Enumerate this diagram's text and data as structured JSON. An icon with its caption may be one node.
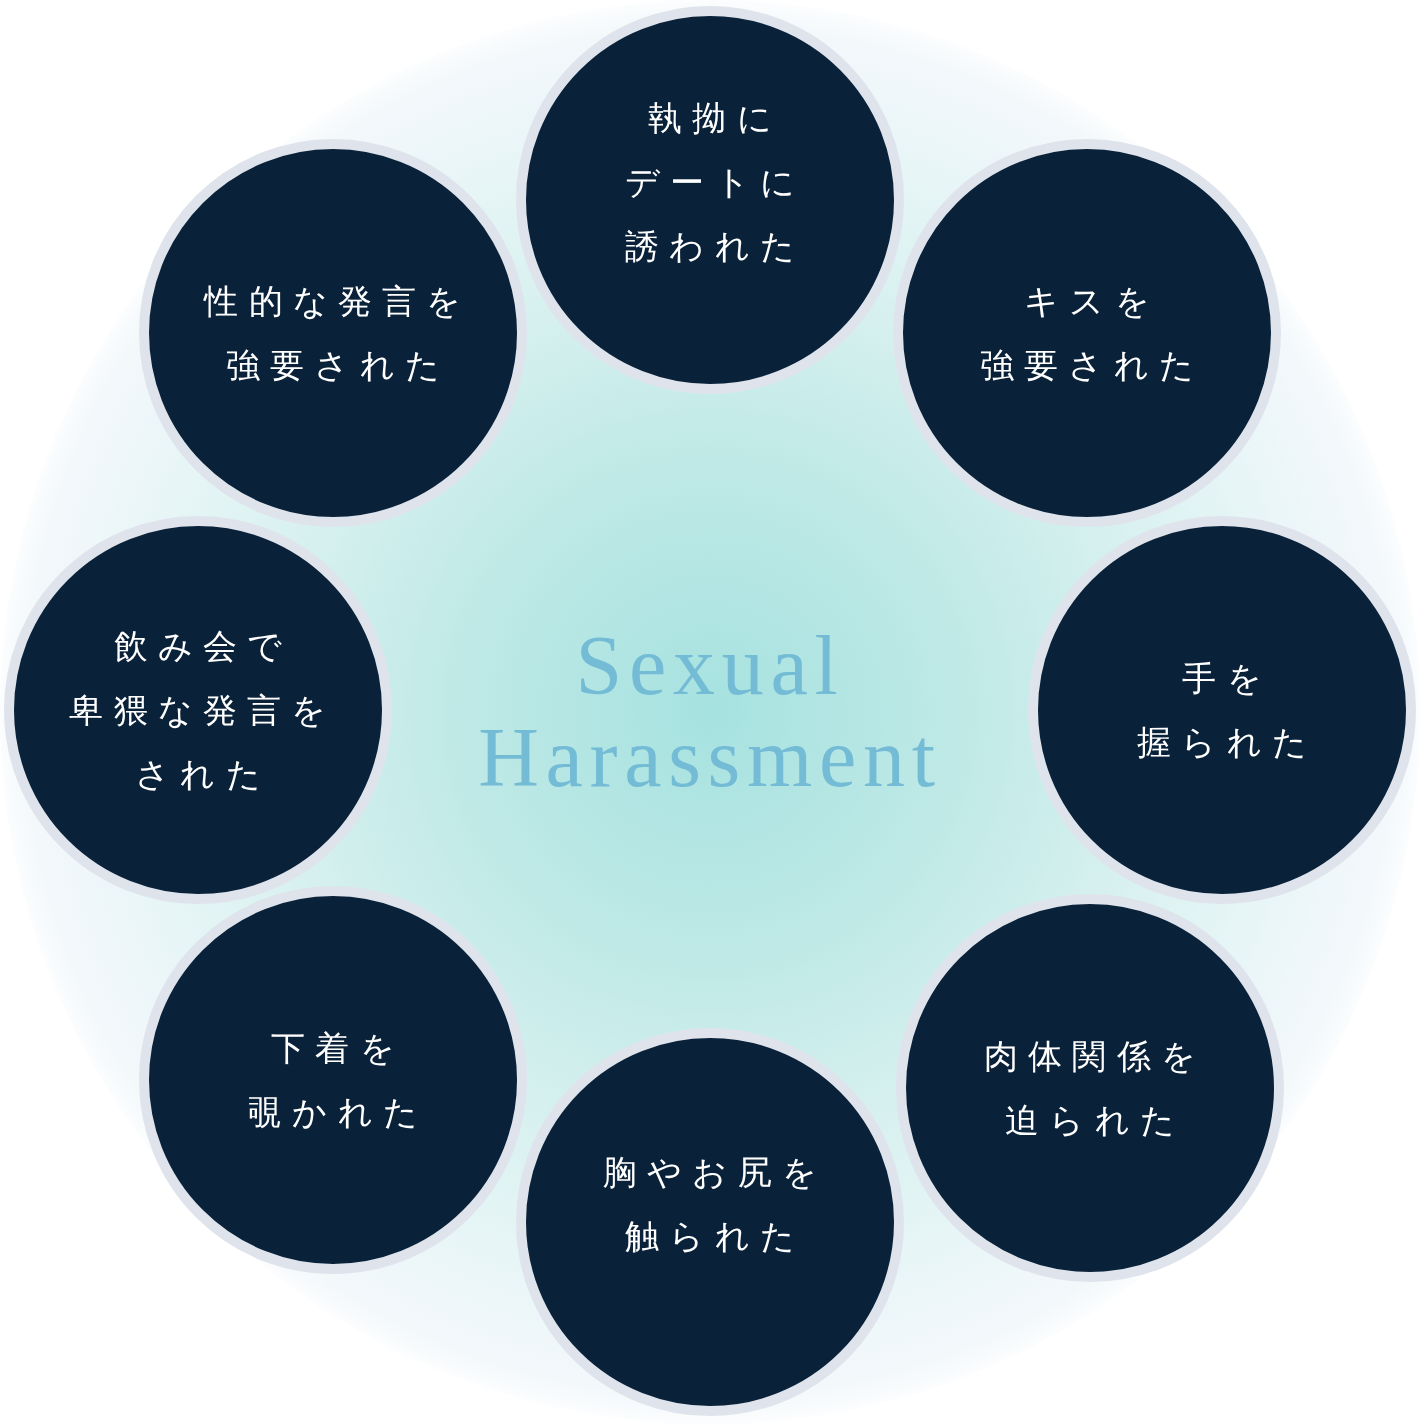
{
  "diagram": {
    "title": "Sexual Harassment",
    "nodes": [
      {
        "text": [
          "執拗にデートに誘われた"
        ]
      },
      {
        "text": [
          "キスを強要された"
        ]
      },
      {
        "text": [
          "手を握られた"
        ]
      },
      {
        "text": [
          "肉体関係を迫られた"
        ]
      },
      {
        "text": [
          "胸やお尻を触られた"
        ]
      },
      {
        "text": [
          "下着を覗かれた"
        ]
      },
      {
        "text": [
          "飲み会で卑猥な発言をされた"
        ]
      },
      {
        "text": [
          "性的な発言を強要された"
        ]
      }
    ]
  }
}
